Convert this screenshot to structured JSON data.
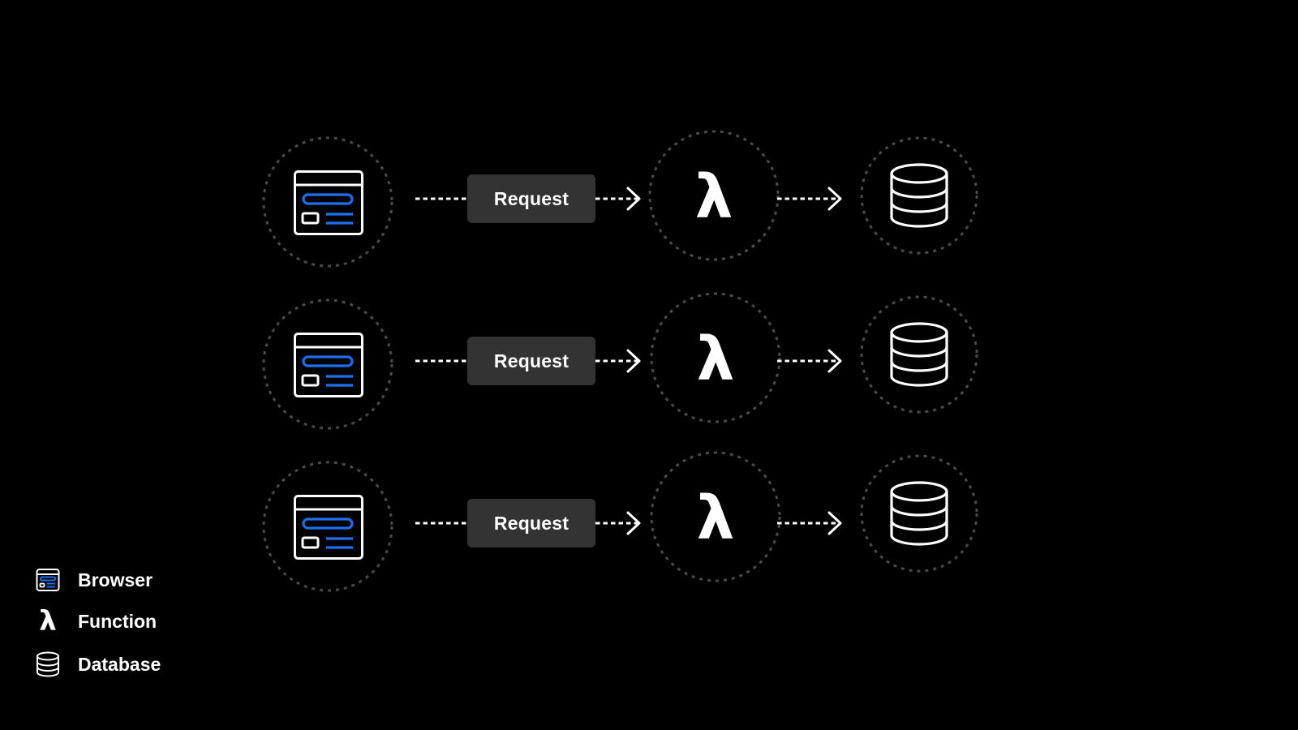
{
  "flows": [
    {
      "nodes": [
        "browser",
        "function",
        "database"
      ],
      "request_label": "Request",
      "lambda": "λ"
    },
    {
      "nodes": [
        "browser",
        "function",
        "database"
      ],
      "request_label": "Request",
      "lambda": "λ"
    },
    {
      "nodes": [
        "browser",
        "function",
        "database"
      ],
      "request_label": "Request",
      "lambda": "λ"
    }
  ],
  "legend": {
    "items": [
      {
        "icon": "browser-icon",
        "label": "Browser"
      },
      {
        "icon": "lambda-icon",
        "label": "Function",
        "glyph": "λ"
      },
      {
        "icon": "database-icon",
        "label": "Database"
      }
    ]
  },
  "colors": {
    "background": "#000000",
    "foreground": "#ffffff",
    "accent": "#1e6ff0",
    "badge": "#333333",
    "dashed_ring": "#4a4a4a"
  }
}
